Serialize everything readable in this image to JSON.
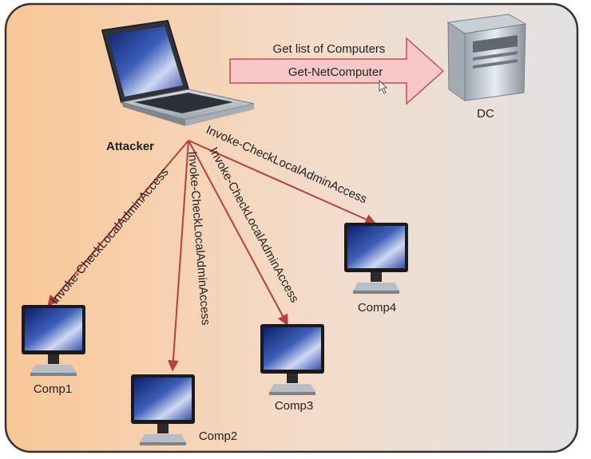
{
  "nodes": {
    "attacker": {
      "label": "Attacker",
      "icon": "laptop-icon"
    },
    "dc": {
      "label": "DC",
      "icon": "server-icon"
    },
    "comp1": {
      "label": "Comp1",
      "icon": "monitor-icon"
    },
    "comp2": {
      "label": "Comp2",
      "icon": "monitor-icon"
    },
    "comp3": {
      "label": "Comp3",
      "icon": "monitor-icon"
    },
    "comp4": {
      "label": "Comp4",
      "icon": "monitor-icon"
    }
  },
  "big_arrow": {
    "label_top": "Get list of Computers",
    "label_inside": "Get-NetComputer",
    "fill": "#f7c6c6",
    "stroke": "#c0504d"
  },
  "edges": [
    {
      "from": "attacker",
      "to": "comp1",
      "label": "Invoke-CheckLocalAdminAccess"
    },
    {
      "from": "attacker",
      "to": "comp2",
      "label": "Invoke-CheckLocalAdminAccess"
    },
    {
      "from": "attacker",
      "to": "comp3",
      "label": "Invoke-CheckLocalAdminAccess"
    },
    {
      "from": "attacker",
      "to": "comp4",
      "label": "Invoke-CheckLocalAdminAccess"
    }
  ],
  "colors": {
    "edge": "#b5403c",
    "background_left": "#f9c796",
    "background_right": "#e3e3e3",
    "frame": "#333333"
  }
}
